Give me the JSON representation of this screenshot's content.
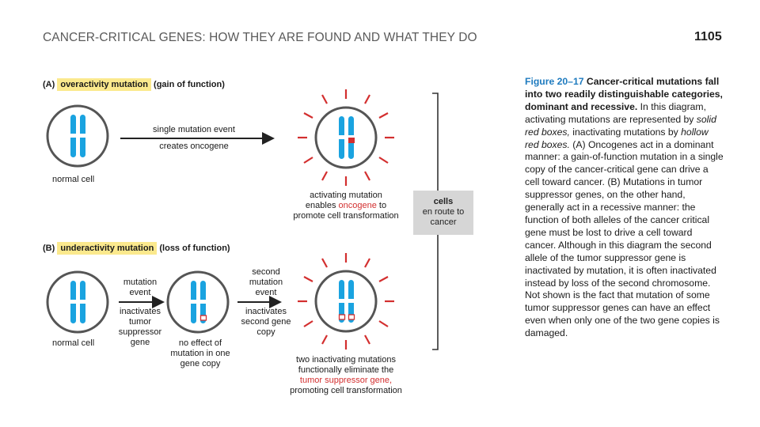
{
  "header": {
    "title": "CANCER-CRITICAL GENES: HOW THEY ARE FOUND AND WHAT THEY DO",
    "page_number": "1105"
  },
  "panel_a": {
    "letter": "(A)",
    "highlight": "overactivity mutation",
    "suffix": "(gain of function)",
    "normal_cell": "normal cell",
    "arrow_top": "single mutation event",
    "arrow_bottom": "creates oncogene",
    "result_line1": "activating mutation",
    "result_line2_pre": "enables ",
    "result_line2_red": "oncogene",
    "result_line2_post": " to",
    "result_line3": "promote cell transformation"
  },
  "panel_b": {
    "letter": "(B)",
    "highlight": "underactivity mutation",
    "suffix": "(loss of function)",
    "normal_cell": "normal cell",
    "step1_above": [
      "mutation",
      "event"
    ],
    "step1_below": [
      "inactivates",
      "tumor",
      "suppressor",
      "gene"
    ],
    "mid_caption": [
      "no effect of",
      "mutation in one",
      "gene copy"
    ],
    "step2_above": [
      "second",
      "mutation",
      "event"
    ],
    "step2_below": [
      "inactivates",
      "second gene",
      "copy"
    ],
    "result_line1": "two inactivating mutations",
    "result_line2": "functionally eliminate the",
    "result_line3_red": "tumor suppressor gene,",
    "result_line4": "promoting cell transformation"
  },
  "cells_box": {
    "line1": "cells",
    "line2": "en route to",
    "line3": "cancer"
  },
  "caption": {
    "fig_label": "Figure 20–17",
    "fig_title": "Cancer-critical mutations fall into two readily distinguishable categories, dominant and recessive.",
    "t1": "In this diagram, activating mutations are represented by ",
    "t1_it": "solid red boxes,",
    "t2": " inactivating mutations by ",
    "t2_it": "hollow red boxes.",
    "t3": " (A) Oncogenes act in a dominant manner: a gain-of-function mutation in a single copy of the cancer-critical gene can drive a cell toward cancer. (B) Mutations in tumor suppressor genes, on the other hand, generally act in a recessive manner: the function of both alleles of the cancer critical gene must be lost to drive a cell toward cancer. Although in this diagram the second allele of the tumor suppressor gene is inactivated by mutation, it is often inactivated instead by loss of the second chromosome. Not shown is the fact that mutation of some tumor suppressor genes can have an effect even when only one of the two gene copies is damaged."
  },
  "colors": {
    "chromosome": "#1aa3e0",
    "activating": "#d32f2f",
    "highlight": "#fbe98d",
    "figure_label": "#1f7bbf",
    "cell_outline": "#555555"
  }
}
